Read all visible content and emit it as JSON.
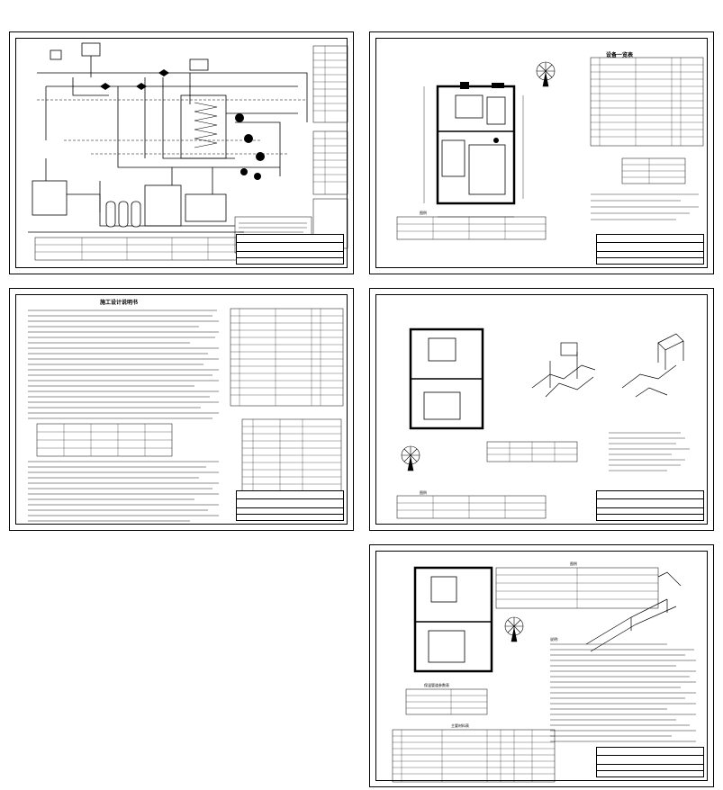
{
  "sheets": [
    {
      "id": "sheet-1",
      "kind": "system-schematic"
    },
    {
      "id": "sheet-2",
      "kind": "floor-plan-with-equipment-table"
    },
    {
      "id": "sheet-3",
      "kind": "design-notes-and-equipment-list"
    },
    {
      "id": "sheet-4",
      "kind": "plan-and-isometric-piping"
    },
    {
      "id": "sheet-5",
      "kind": "plan-isometric-and-notes"
    }
  ],
  "labels": {
    "sheet3_title": "施工设计说明书",
    "sheet2_table_title": "设备一览表",
    "sheet2_legend": "图例",
    "sheet4_legend": "图例",
    "sheet5_legend": "图例",
    "sheet5_notes_title": "说明:",
    "sheet5_table_title": "主要材料表",
    "sheet5_small_table": "保温管道参数表"
  },
  "icons": [
    "north-arrow-icon",
    "pump-icon",
    "valve-icon",
    "tank-icon"
  ]
}
